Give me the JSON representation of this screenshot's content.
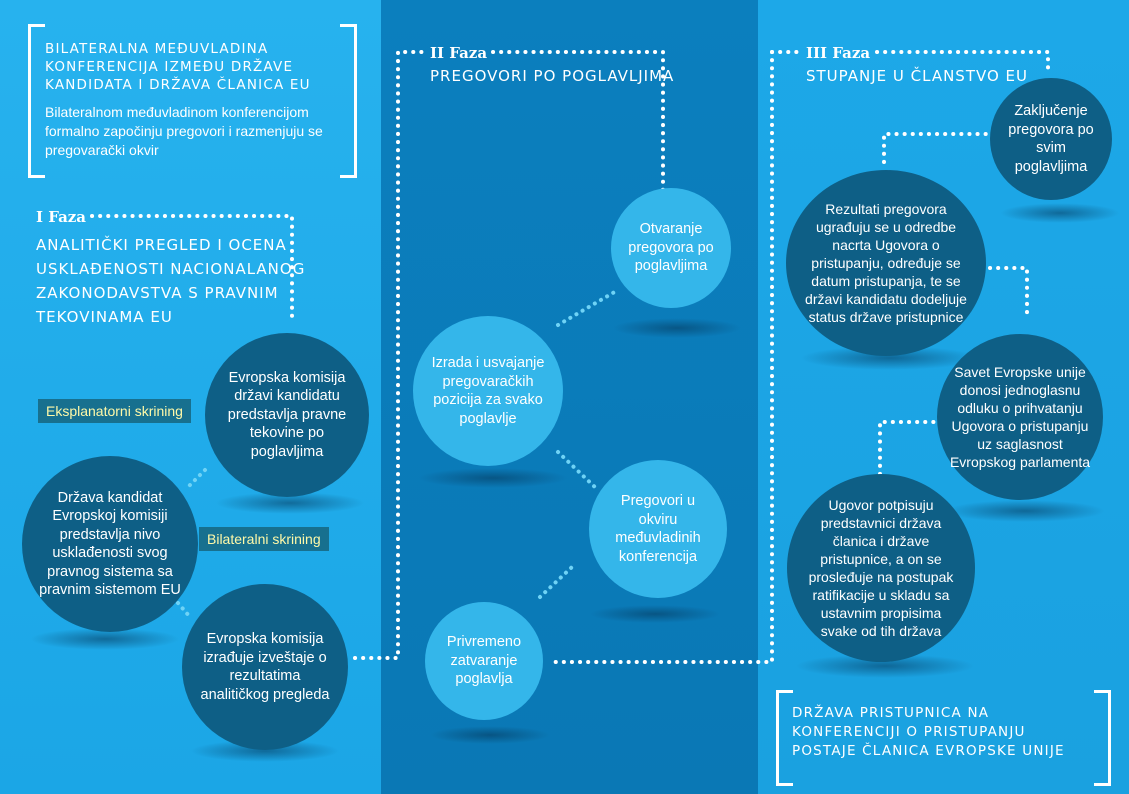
{
  "intro": {
    "title": "Bilateralna međuvladina konferencija između države kandidata i država članica EU",
    "text": "Bilateralnom međuvladinom konferencijom formalno započinju pregovori i razmenjuju se pregovarački okvir"
  },
  "phase1": {
    "label": "I Faza",
    "title_lines": [
      "ANALITIČKI PREGLED I OCENA",
      "USKLAĐENOSTI NACIONALANOG",
      "ZAKONODAVSTVA S PRAVNIM",
      "TEKOVINAMA EU"
    ],
    "circles": [
      "Evropska komisija državi kandidatu predstavlja pravne tekovine po poglavljima",
      "Država kandidat Evropskoj komisiji predstavlja nivo usklađenosti svog pravnog sistema sa pravnim sistemom EU",
      "Evropska komisija izrađuje izveštaje o rezultatima analitičkog pregleda"
    ],
    "tags": [
      "Eksplanatorni skrining",
      "Bilateralni skrining"
    ]
  },
  "phase2": {
    "label": "II Faza",
    "title": "PREGOVORI PO POGLAVLJIMA",
    "circles": [
      "Otvaranje pregovora po poglavljima",
      "Izrada i usvajanje pregovaračkih pozicija za svako poglavlje",
      "Pregovori u okviru međuvladinih konferencija",
      "Privremeno zatvaranje poglavlja"
    ]
  },
  "phase3": {
    "label": "III Faza",
    "title": "STUPANJE U ČLANSTVO EU",
    "circles": [
      "Zaključenje pregovora po svim poglavljima",
      "Rezultati pregovora ugrađuju se u odredbe nacrta Ugovora o pristupanju, određuje se datum pristupanja, te se državi kandidatu dodeljuje status države pristupnice",
      "Savet Evropske unije donosi jednoglasnu odluku o prihvatanju Ugovora o pristupanju uz saglasnost Evropskog parlamenta",
      "Ugovor potpisuju predstavnici država članica i države pristupnice, a on se prosleđuje na postupak ratifikacije u skladu sa ustavnim propisima svake od tih država"
    ],
    "final": "Država pristupnica na konferenciji o pristupanju postaje članica Evropske unije"
  },
  "colors": {
    "dark_circle": "#0e5f86",
    "light_circle": "#34b6ea",
    "tag_text": "#fff9a8"
  }
}
